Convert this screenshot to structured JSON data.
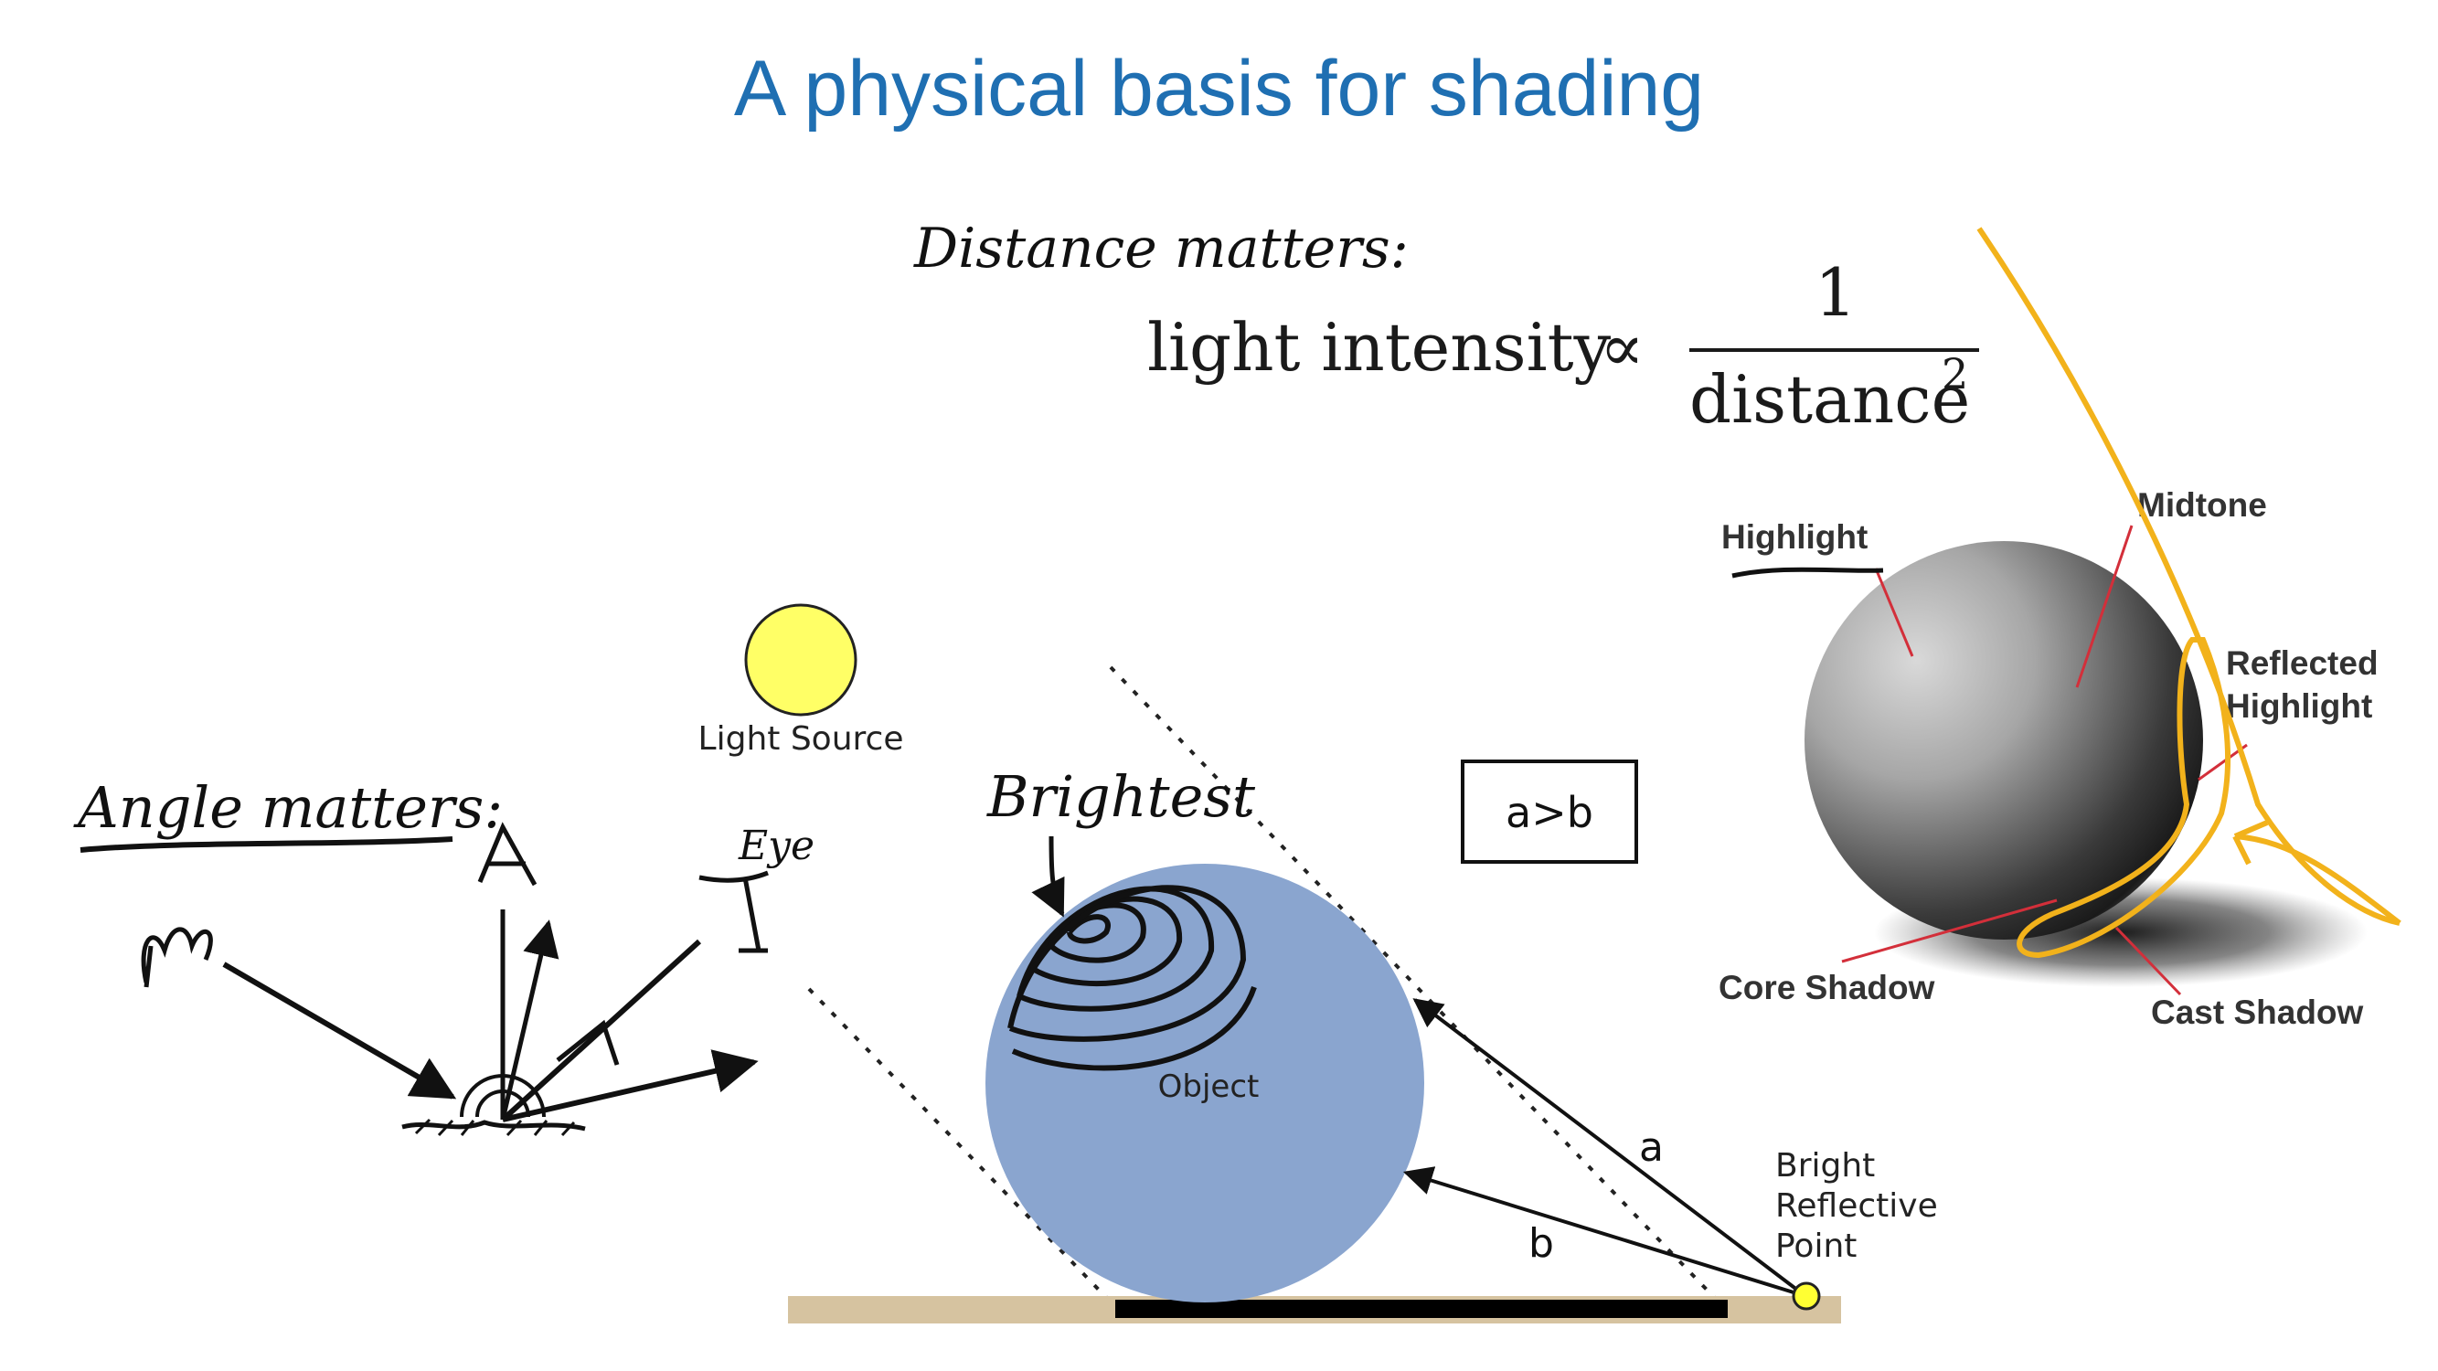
{
  "title": "A physical basis for shading",
  "handwriting": {
    "distance_note": "Distance matters:",
    "angle_note": "Angle matters:",
    "eye_note": "Eye",
    "brightest_note": "Brightest"
  },
  "formula": {
    "lhs": "light intensity",
    "proportional_symbol": "∝",
    "numerator": "1",
    "denominator": "distance",
    "exponent": "2"
  },
  "reflection_figure": {
    "light_source_label": "Light Source",
    "object_label": "Object",
    "comparison_box": "a>b",
    "ray_a_label": "a",
    "ray_b_label": "b",
    "point_label_lines": [
      "Bright",
      "Reflective",
      "Point"
    ],
    "colors": {
      "sun": "#ffff66",
      "sphere": "#8aa5cf",
      "ground": "#d6c3a0",
      "shadow": "#000000"
    }
  },
  "shading_sphere": {
    "labels": {
      "highlight": "Highlight",
      "midtone": "Midtone",
      "reflected_highlight_lines": [
        "Reflected",
        "Highlight"
      ],
      "core_shadow": "Core Shadow",
      "cast_shadow": "Cast Shadow"
    },
    "colors": {
      "leader_lines": "#d32f3a",
      "annotation": "#f2b21b"
    }
  }
}
